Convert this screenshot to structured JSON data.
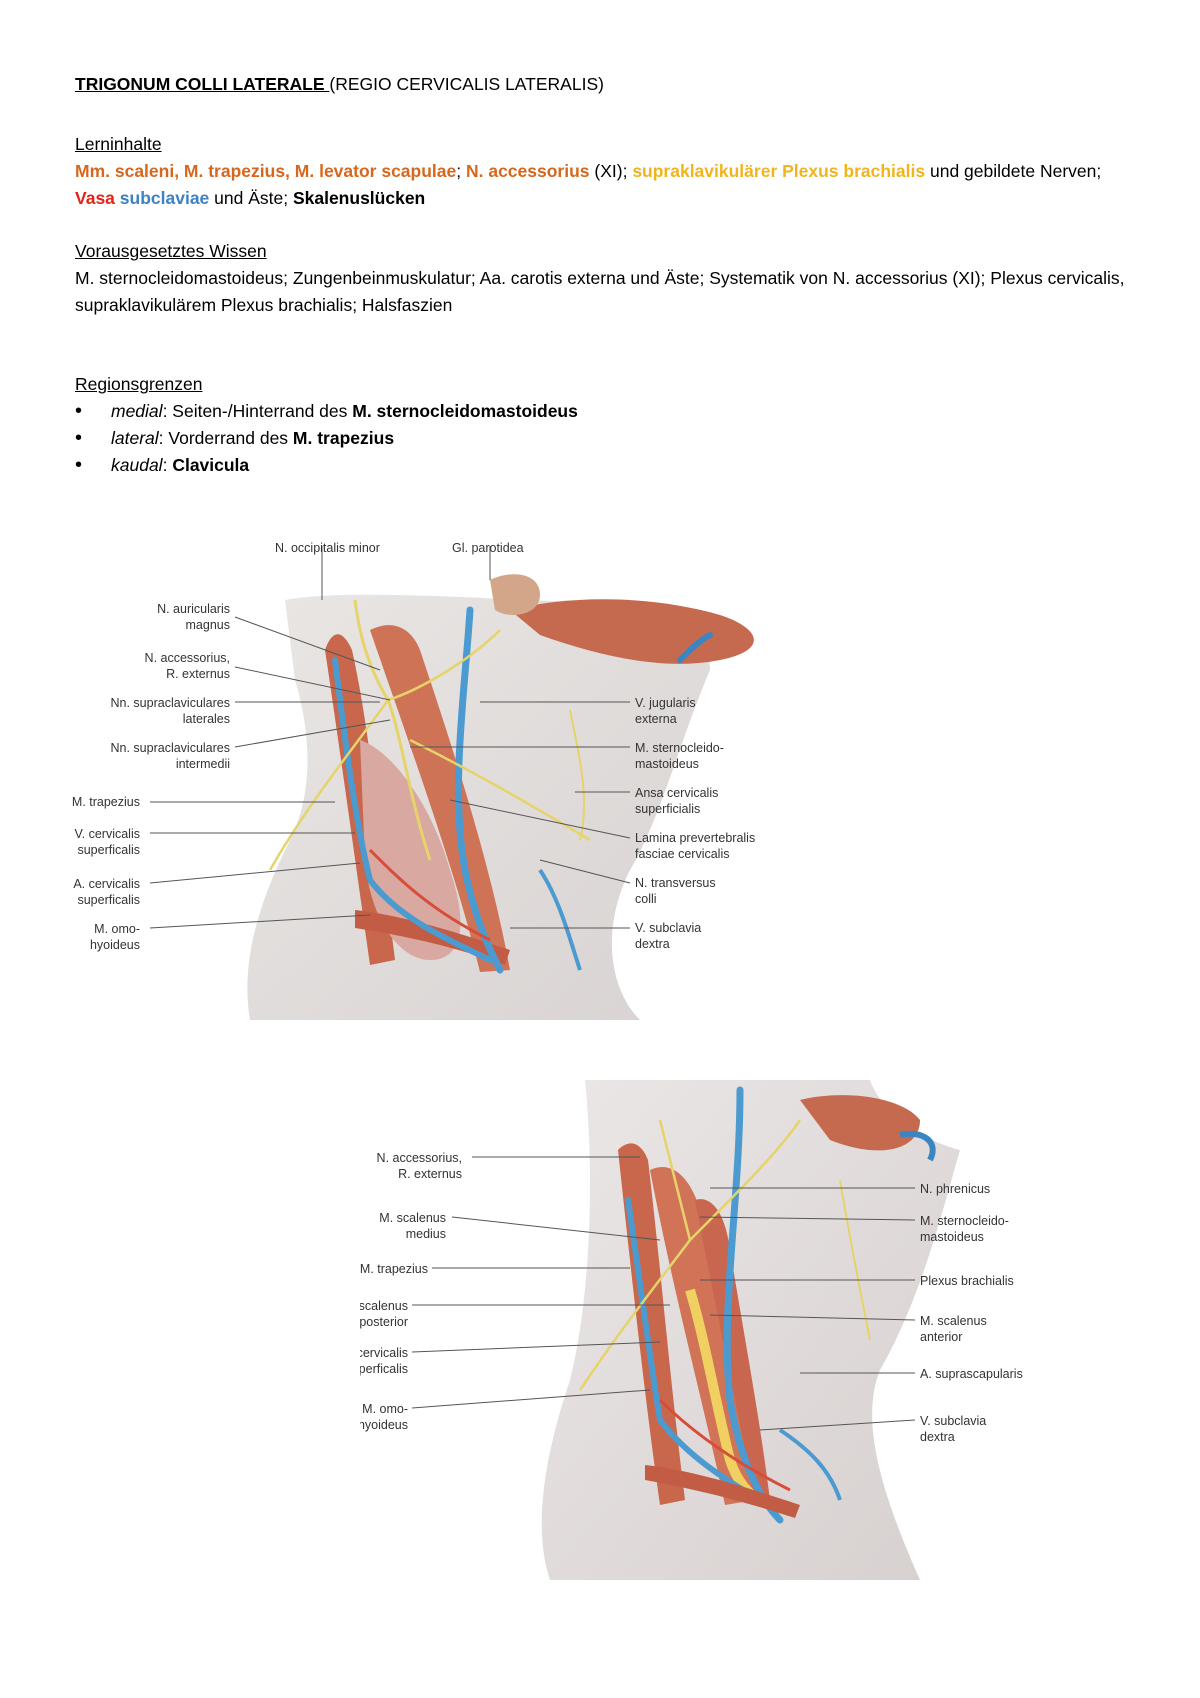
{
  "title": {
    "main": "TRIGONUM COLLI LATERALE ",
    "rest": "(REGIO CERVICALIS LATERALIS)"
  },
  "lerninhalte": {
    "heading": "Lerninhalte",
    "muscles": "Mm. scaleni, M. trapezius, M. levator scapulae",
    "sep1": "; ",
    "nerve": "N. accessorius",
    "nerve_suffix": " (XI); ",
    "plexus": "supraklavikulärer Plexus brachialis",
    "plexus_suffix": " und gebildete Nerven; ",
    "vasa": "Vasa",
    "space": " ",
    "subclaviae": "subclaviae",
    "vasa_suffix": " und Äste; ",
    "luecken": "Skalenuslücken"
  },
  "vorwissen": {
    "heading": "Vorausgesetztes Wissen",
    "text": "M. sternocleidomastoideus; Zungenbeinmuskulatur; Aa. carotis externa und Äste; Systematik von N. accessorius (XI); Plexus cervicalis, supraklavikulärem Plexus brachialis; Halsfaszien"
  },
  "grenzen": {
    "heading": "Regionsgrenzen",
    "items": [
      {
        "dir": "medial",
        "text": ": Seiten-/Hinterrand des ",
        "bold": "M. sternocleidomastoideus"
      },
      {
        "dir": "lateral",
        "text": ": Vorderrand des ",
        "bold": "M. trapezius"
      },
      {
        "dir": "kaudal",
        "text": ": ",
        "bold": "Clavicula"
      }
    ]
  },
  "figure1": {
    "labels": {
      "occipitalis_minor": "N. occipitalis minor",
      "parotidea": "Gl. parotidea",
      "auricularis_1": "N. auricularis",
      "auricularis_2": "magnus",
      "accessorius_1": "N. accessorius,",
      "accessorius_2": "R. externus",
      "supra_lat_1": "Nn. supraclaviculares",
      "supra_lat_2": "laterales",
      "supra_int_1": "Nn. supraclaviculares",
      "supra_int_2": "intermedii",
      "trapezius": "M. trapezius",
      "v_cervicalis_1": "V. cervicalis",
      "v_cervicalis_2": "superficalis",
      "a_cervicalis_1": "A. cervicalis",
      "a_cervicalis_2": "superficalis",
      "omohyoideus_1": "M. omo-",
      "omohyoideus_2": "hyoideus",
      "jugularis_1": "V. jugularis",
      "jugularis_2": "externa",
      "scm_1": "M. sternocleido-",
      "scm_2": "mastoideus",
      "ansa_1": "Ansa cervicalis",
      "ansa_2": "superficialis",
      "lamina_1": "Lamina prevertebralis",
      "lamina_2": "fasciae cervicalis",
      "transversus_1": "N. transversus",
      "transversus_2": "colli",
      "subclavia_1": "V. subclavia",
      "subclavia_2": "dextra"
    }
  },
  "figure2": {
    "labels": {
      "accessorius_1": "N. accessorius,",
      "accessorius_2": "R. externus",
      "scal_medius_1": "M. scalenus",
      "scal_medius_2": "medius",
      "trapezius": "M. trapezius",
      "scal_post_1": "M. scalenus",
      "scal_post_2": "posterior",
      "a_cervicalis_1": "A. cervicalis",
      "a_cervicalis_2": "superficalis",
      "omohyoideus_1": "M. omo-",
      "omohyoideus_2": "hyoideus",
      "phrenicus": "N. phrenicus",
      "scm_1": "M. sternocleido-",
      "scm_2": "mastoideus",
      "plexus": "Plexus brachialis",
      "scal_ant_1": "M. scalenus",
      "scal_ant_2": "anterior",
      "suprascapularis": "A. suprascapularis",
      "subclavia_1": "V. subclavia",
      "subclavia_2": "dextra"
    }
  },
  "colors": {
    "orange": "#d6671d",
    "yellow": "#f2b41b",
    "red": "#e2231a",
    "blue": "#3d82c4"
  }
}
